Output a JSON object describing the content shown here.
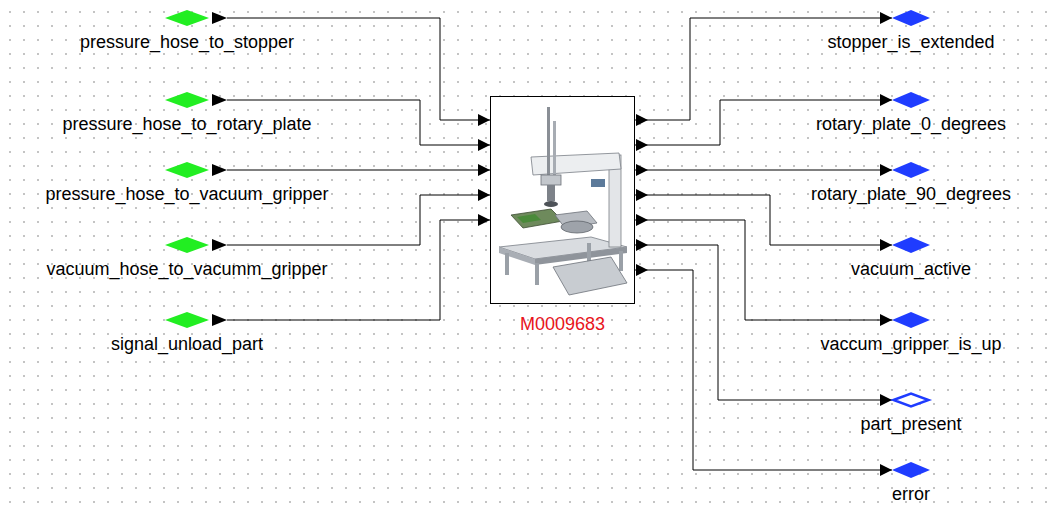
{
  "diagram": {
    "nodes": [
      {
        "text": [
          "pressure_hose_to_stopper"
        ]
      },
      {
        "text": [
          "pressure_hose_to_rotary_plate"
        ]
      },
      {
        "text": [
          "pressure_hose_to_vacuum_gripper"
        ]
      },
      {
        "text": [
          "vacuum_hose_to_vacumm_gripper"
        ]
      },
      {
        "text": [
          "signal_unload_part"
        ]
      },
      {
        "text": [
          "M0009683"
        ]
      },
      {
        "text": [
          "stopper_is_extended"
        ]
      },
      {
        "text": [
          "rotary_plate_0_degrees"
        ]
      },
      {
        "text": [
          "rotary_plate_90_degrees"
        ]
      },
      {
        "text": [
          "vacuum_active"
        ]
      },
      {
        "text": [
          "vaccum_gripper_is_up"
        ]
      },
      {
        "text": [
          "part_present"
        ]
      },
      {
        "text": [
          "error"
        ]
      }
    ],
    "edges": [
      {
        "from": 0,
        "to": 5,
        "arrow": "to"
      },
      {
        "from": 1,
        "to": 5,
        "arrow": "to"
      },
      {
        "from": 2,
        "to": 5,
        "arrow": "to"
      },
      {
        "from": 3,
        "to": 5,
        "arrow": "to"
      },
      {
        "from": 4,
        "to": 5,
        "arrow": "to"
      },
      {
        "from": 5,
        "to": 6,
        "arrow": "to"
      },
      {
        "from": 5,
        "to": 7,
        "arrow": "to"
      },
      {
        "from": 5,
        "to": 8,
        "arrow": "to"
      },
      {
        "from": 5,
        "to": 9,
        "arrow": "to"
      },
      {
        "from": 5,
        "to": 10,
        "arrow": "to"
      },
      {
        "from": 5,
        "to": 11,
        "arrow": "to"
      },
      {
        "from": 5,
        "to": 12,
        "arrow": "to"
      }
    ]
  }
}
